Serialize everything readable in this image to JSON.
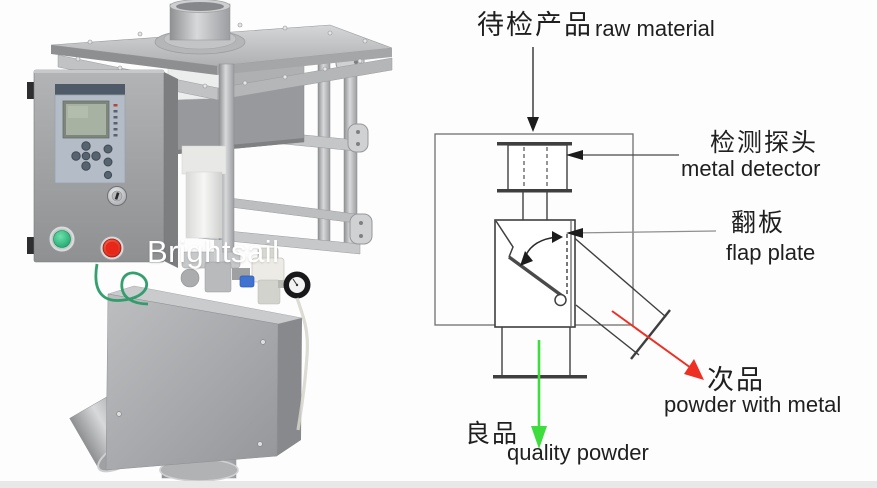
{
  "scene": {
    "background": "#fdfdfd",
    "floor_color": "#e8e8e8"
  },
  "photo": {
    "watermark": "Brightsail",
    "colors": {
      "body_steel": "#a8aaac",
      "panel": "#b4bdc7",
      "lcd": "#a8b2a2",
      "start_button": "#2fc57f",
      "stop_button": "#e62c1a",
      "ground_wire": "#2b9a68",
      "gauge_face": "#f2f2f2"
    }
  },
  "diagram": {
    "labels": {
      "raw_zh": "待检产品",
      "raw_en": "raw material",
      "detector_zh": "检测探头",
      "detector_en": "metal detector",
      "flap_zh": "翻板",
      "flap_en": "flap plate",
      "reject_zh": "次品",
      "reject_en": "powder with metal",
      "good_zh": "良品",
      "good_en": "quality powder"
    },
    "colors": {
      "line": "#3f3f3f",
      "outer_line": "#707070",
      "leader_line": "#8f8f8f",
      "arrowhead": "#1c1c1c",
      "reject_arrow": "#ee2f24",
      "good_arrow": "#3ddd3d"
    }
  }
}
